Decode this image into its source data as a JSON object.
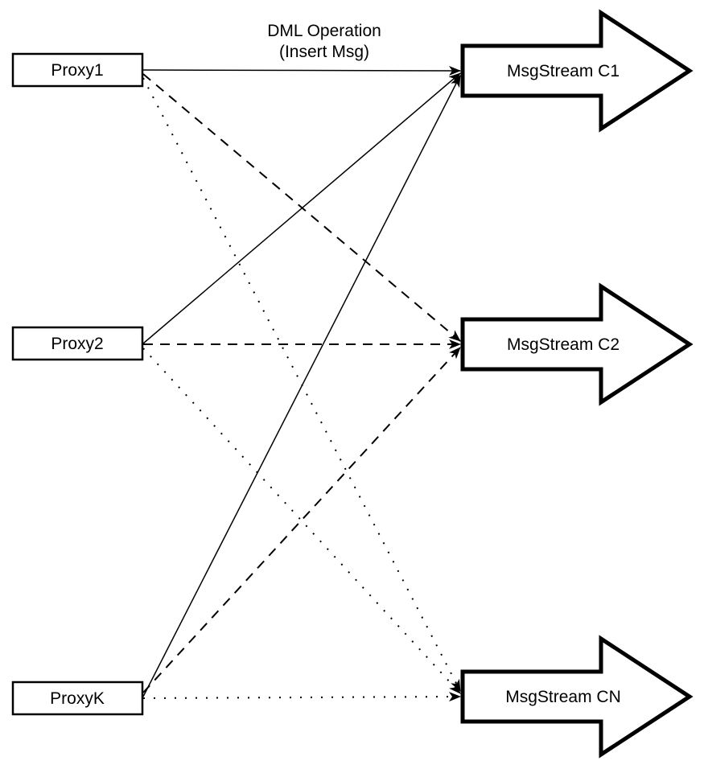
{
  "diagram": {
    "annotation": {
      "line1": "DML Operation",
      "line2": "(Insert Msg)"
    },
    "proxies": [
      {
        "label": "Proxy1"
      },
      {
        "label": "Proxy2"
      },
      {
        "label": "ProxyK"
      }
    ],
    "streams": [
      {
        "label": "MsgStream C1"
      },
      {
        "label": "MsgStream C2"
      },
      {
        "label": "MsgStream CN"
      }
    ],
    "edges": [
      {
        "from": "Proxy1",
        "to": "MsgStream C1",
        "style": "solid"
      },
      {
        "from": "Proxy2",
        "to": "MsgStream C1",
        "style": "solid"
      },
      {
        "from": "ProxyK",
        "to": "MsgStream C1",
        "style": "solid"
      },
      {
        "from": "Proxy1",
        "to": "MsgStream C2",
        "style": "dashed"
      },
      {
        "from": "Proxy2",
        "to": "MsgStream C2",
        "style": "dashed"
      },
      {
        "from": "ProxyK",
        "to": "MsgStream C2",
        "style": "dashed"
      },
      {
        "from": "Proxy1",
        "to": "MsgStream CN",
        "style": "dotted"
      },
      {
        "from": "Proxy2",
        "to": "MsgStream CN",
        "style": "dotted"
      },
      {
        "from": "ProxyK",
        "to": "MsgStream CN",
        "style": "dotted"
      }
    ],
    "colors": {
      "stroke": "#000000",
      "fill": "#ffffff",
      "background": "#ffffff"
    }
  }
}
